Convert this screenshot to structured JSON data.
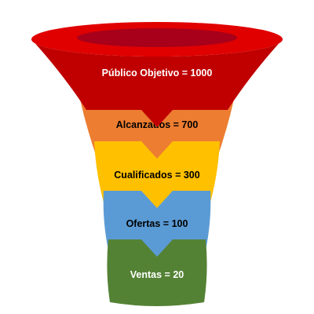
{
  "funnel": {
    "stages": [
      {
        "label": "Público Objetivo = 1000",
        "stage": "Público Objetivo",
        "value": 1000,
        "color": "#c00000",
        "text_color": "#ffffff"
      },
      {
        "label": "Alcanzados = 700",
        "stage": "Alcanzados",
        "value": 700,
        "color": "#ed7d31",
        "text_color": "#000000"
      },
      {
        "label": "Cualificados = 300",
        "stage": "Cualificados",
        "value": 300,
        "color": "#ffc000",
        "text_color": "#000000"
      },
      {
        "label": "Ofertas = 100",
        "stage": "Ofertas",
        "value": 100,
        "color": "#5b9bd5",
        "text_color": "#000000"
      },
      {
        "label": "Ventas = 20",
        "stage": "Ventas",
        "value": 20,
        "color": "#548235",
        "text_color": "#ffffff"
      }
    ],
    "rim_color": "#e00000",
    "rim_inner_color": "#a8001a"
  }
}
